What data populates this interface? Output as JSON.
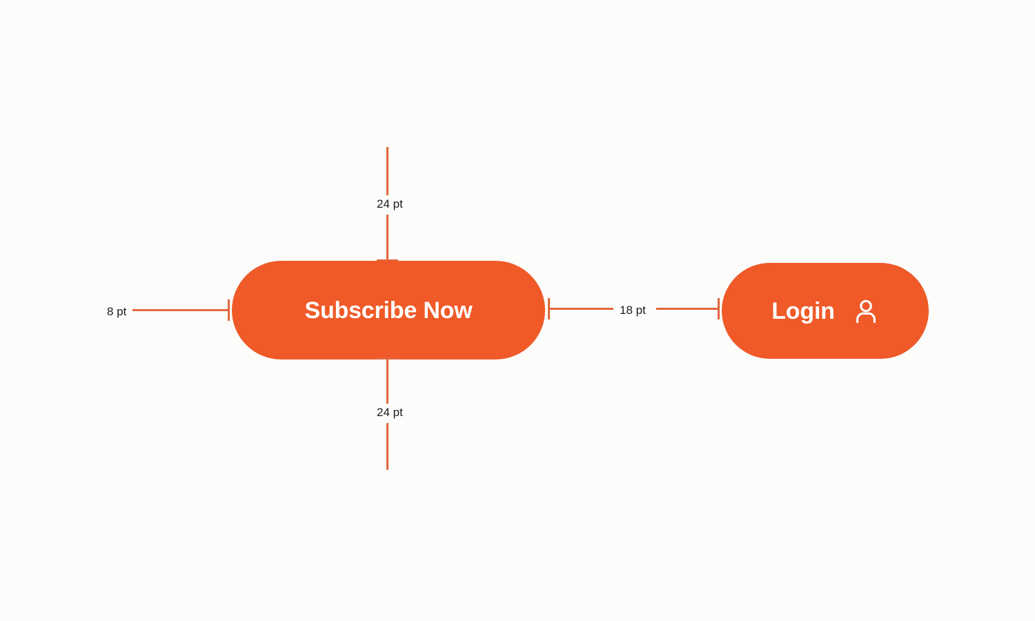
{
  "canvas": {
    "background_color": "#fcfcfb",
    "accent_color": "#ef5a28",
    "guide_color": "#e2663c",
    "label_color": "#1a1a1a"
  },
  "buttons": [
    {
      "name": "subscribe-now",
      "label": "Subscribe Now",
      "text_color": "#ffffff",
      "background_color": "#ef5a28",
      "has_icon": false
    },
    {
      "name": "login",
      "label": "Login",
      "text_color": "#ffffff",
      "background_color": "#ef5a28",
      "has_icon": true,
      "icon": "user-icon"
    }
  ],
  "measurements": {
    "top": {
      "value": "24 pt",
      "orientation": "vertical"
    },
    "bottom": {
      "value": "24 pt",
      "orientation": "vertical"
    },
    "left": {
      "value": "8 pt",
      "orientation": "horizontal"
    },
    "middle": {
      "value": "18 pt",
      "orientation": "horizontal"
    }
  }
}
